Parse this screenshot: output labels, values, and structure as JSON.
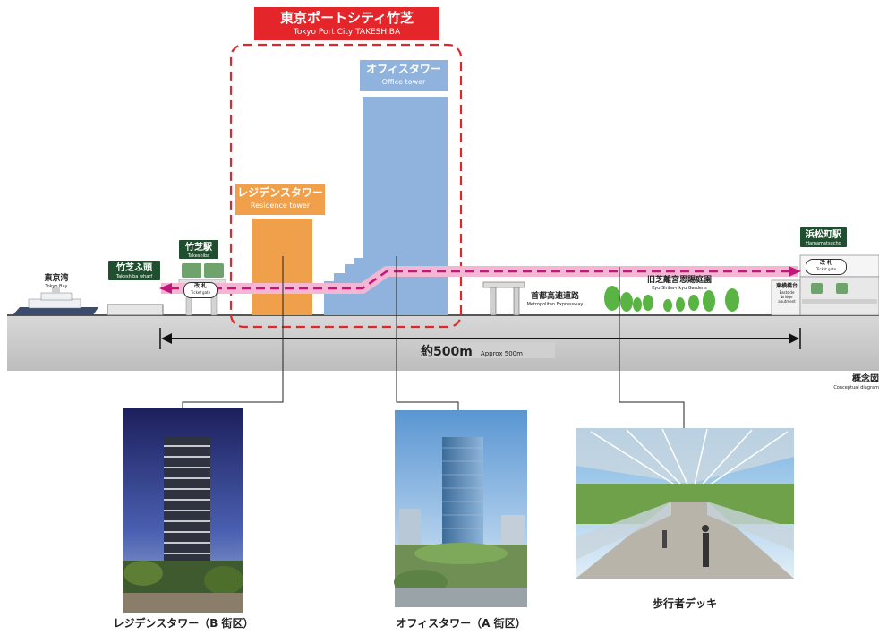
{
  "title": {
    "jp": "東京ポートシティ竹芝",
    "en": "Tokyo Port City TAKESHIBA"
  },
  "office_tower_label": {
    "jp": "オフィスタワー",
    "en": "Office tower"
  },
  "residence_tower_label": {
    "jp": "レジデンスタワー",
    "en": "Residence tower"
  },
  "tokyo_bay": {
    "jp": "東京湾",
    "en": "Tokyo Bay"
  },
  "takeshiba_wharf": {
    "jp": "竹芝ふ頭",
    "en": "Takeshiba wharf"
  },
  "takeshiba_station": {
    "jp": "竹芝駅",
    "en": "Takeshiba"
  },
  "hamamatsucho_station": {
    "jp": "浜松町駅",
    "en": "Hamamatsucho"
  },
  "ticket_gate_left": {
    "jp": "改 札",
    "en": "Ticket gate"
  },
  "ticket_gate_right": {
    "jp": "改 札",
    "en": "Ticket gate"
  },
  "expressway": {
    "jp": "首都高速道路",
    "en": "Metropolitan Expressway"
  },
  "garden": {
    "jp": "旧芝離宮恩賜庭園",
    "en": "Kyu-Shiba-rikyu Gardens"
  },
  "bridge_abutment": {
    "jp": "東横橋台",
    "en": "Eastside bridge abutment"
  },
  "distance": {
    "jp": "約500m",
    "en": "Approx 500m"
  },
  "conceptual": {
    "jp": "概念図",
    "en": "Conceptual diagram"
  },
  "captions": {
    "residence": "レジデンスタワー（B 街区）",
    "office": "オフィスタワー（A 街区）",
    "deck": "歩行者デッキ"
  },
  "colors": {
    "title_red": "#e4262b",
    "office_blue": "#8fb3dc",
    "residence_orange": "#f0a04b",
    "deck_pink": "#f4b7d3",
    "arrow_magenta": "#c0187a",
    "ground_gray": "#cfcfcf",
    "sign_green": "#1f4f2e"
  }
}
